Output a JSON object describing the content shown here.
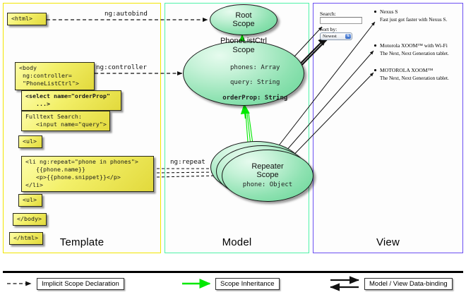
{
  "columns": [
    {
      "key": "template",
      "title": "Template",
      "border": "#f2e600"
    },
    {
      "key": "model",
      "title": "Model",
      "border": "#4ff2a8"
    },
    {
      "key": "view",
      "title": "View",
      "border": "#6b4ef2"
    }
  ],
  "template": {
    "boxes": [
      {
        "name": "html-open-tag-box",
        "text": "<html>"
      },
      {
        "name": "body-tag-box",
        "text": "<body\n ng:controller=\n \"PhoneListCtrl\">"
      },
      {
        "name": "select-tag-box",
        "text": "<select name=\"orderProp\"\n   ...>"
      },
      {
        "name": "fulltext-search-box",
        "text": "Fulltext Search:\n   <input name=\"query\">"
      },
      {
        "name": "ul-open-tag-box",
        "text": "<ul>"
      },
      {
        "name": "li-repeat-box",
        "text": "<li ng:repeat=\"phone in phones\">\n   {{phone.name}}\n   <p>{{phone.snippet}}</p>\n</li>"
      },
      {
        "name": "ul-close-tag-box",
        "text": "<ul>"
      },
      {
        "name": "body-close-tag-box",
        "text": "</body>"
      },
      {
        "name": "html-close-tag-box",
        "text": "</html>"
      }
    ]
  },
  "edges": {
    "autobind": "ng:autobind",
    "controller": "ng:controller",
    "repeat": "ng:repeat"
  },
  "model": {
    "root_scope": {
      "title": "Root\nScope",
      "props": ""
    },
    "phonelist_scope": {
      "title": "PhoneListCtrl\nScope",
      "prop_phones": "phones: Array",
      "prop_query": "query: String",
      "prop_orderprop": "orderProp: String"
    },
    "repeater_scope": {
      "title": "Repeater\nScope",
      "prop_phone": "phone: Object"
    }
  },
  "view": {
    "search_label": "Search:",
    "search_value": "",
    "sort_label": "Sort by:",
    "sort_selected": "Newest",
    "sort_options": [
      "Newest"
    ],
    "phones": [
      {
        "name": "Nexus S",
        "snippet": "Fast just got faster with Nexus S."
      },
      {
        "name": "Motorola XOOM™  with Wi-Fi",
        "snippet": "The Next, Next Generation tablet."
      },
      {
        "name": "MOTOROLA XOOM™",
        "snippet": "The Next, Next Generation tablet."
      }
    ]
  },
  "legend": [
    {
      "name": "legend-implicit-scope-declaration",
      "label": "Implicit Scope Declaration",
      "style": "dashed-black"
    },
    {
      "name": "legend-scope-inheritance",
      "label": "Scope Inheritance",
      "style": "solid-green"
    },
    {
      "name": "legend-model-view-databinding",
      "label": "Model / View Data-binding",
      "style": "double-black"
    }
  ],
  "colors": {
    "template_border": "#f2e600",
    "model_border": "#4ff2a8",
    "view_border": "#6b4ef2",
    "inheritance_green": "#00e800",
    "code_box_fill": "#f0ec62"
  }
}
